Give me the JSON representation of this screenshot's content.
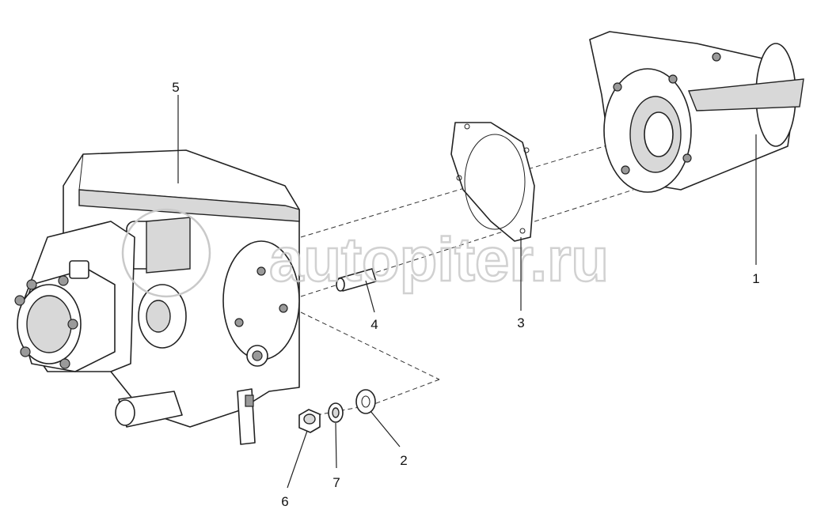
{
  "diagram": {
    "type": "exploded-parts-view",
    "callouts": [
      {
        "id": "1",
        "label": "1"
      },
      {
        "id": "2",
        "label": "2"
      },
      {
        "id": "3",
        "label": "3"
      },
      {
        "id": "4",
        "label": "4"
      },
      {
        "id": "5",
        "label": "5"
      },
      {
        "id": "6",
        "label": "6"
      },
      {
        "id": "7",
        "label": "7"
      }
    ],
    "watermark": "autopiter.ru"
  }
}
